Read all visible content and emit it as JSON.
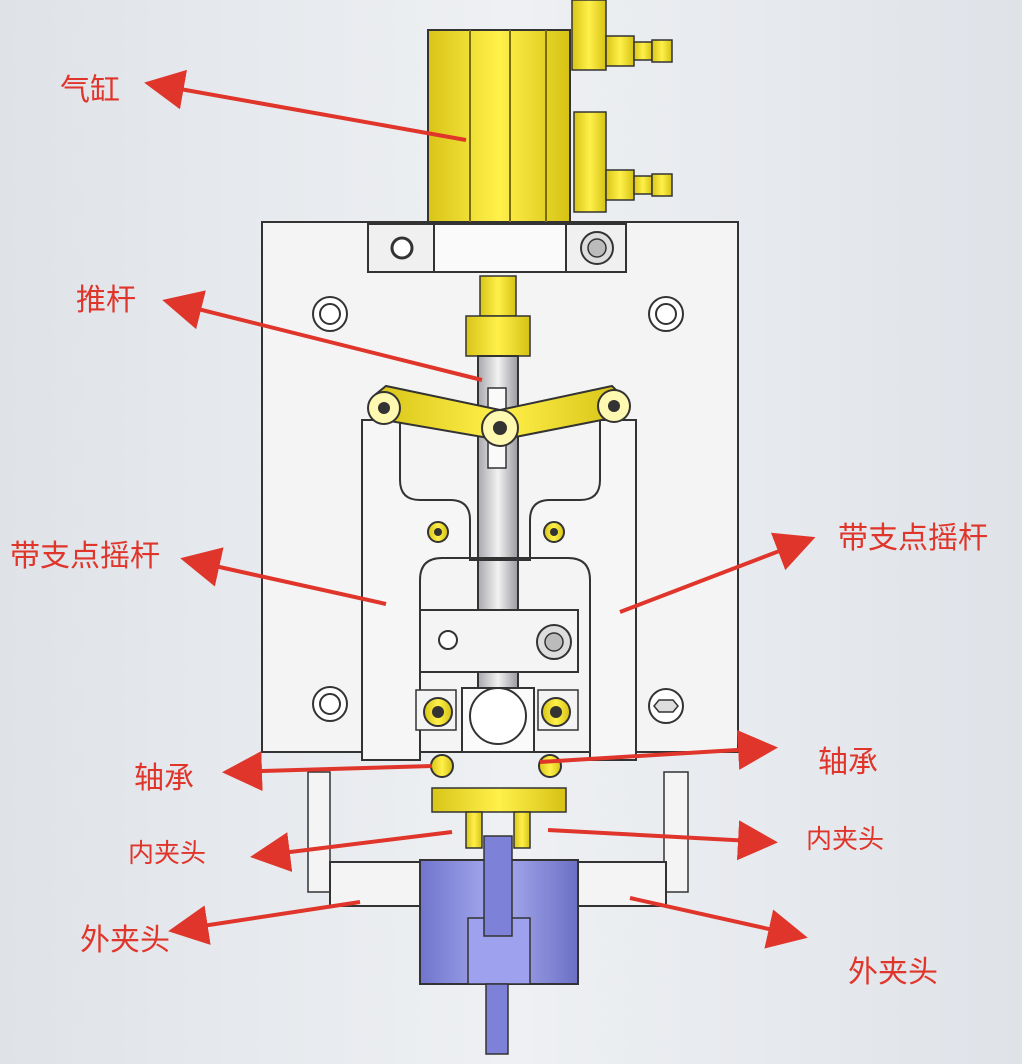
{
  "labels": {
    "cylinder": "气缸",
    "push_rod": "推杆",
    "rocker_left": "带支点摇杆",
    "rocker_right": "带支点摇杆",
    "bearing_left": "轴承",
    "bearing_right": "轴承",
    "inner_chuck_left": "内夹头",
    "inner_chuck_right": "内夹头",
    "outer_chuck_left": "外夹头",
    "outer_chuck_right": "外夹头"
  },
  "colors": {
    "label_red": "#e0352b",
    "arrow_red": "#e0352b",
    "yellow_part": "#f2e02a",
    "plate_white": "#f4f4f4",
    "edge_dark": "#333333",
    "blue_part": "#8a8ee0"
  }
}
